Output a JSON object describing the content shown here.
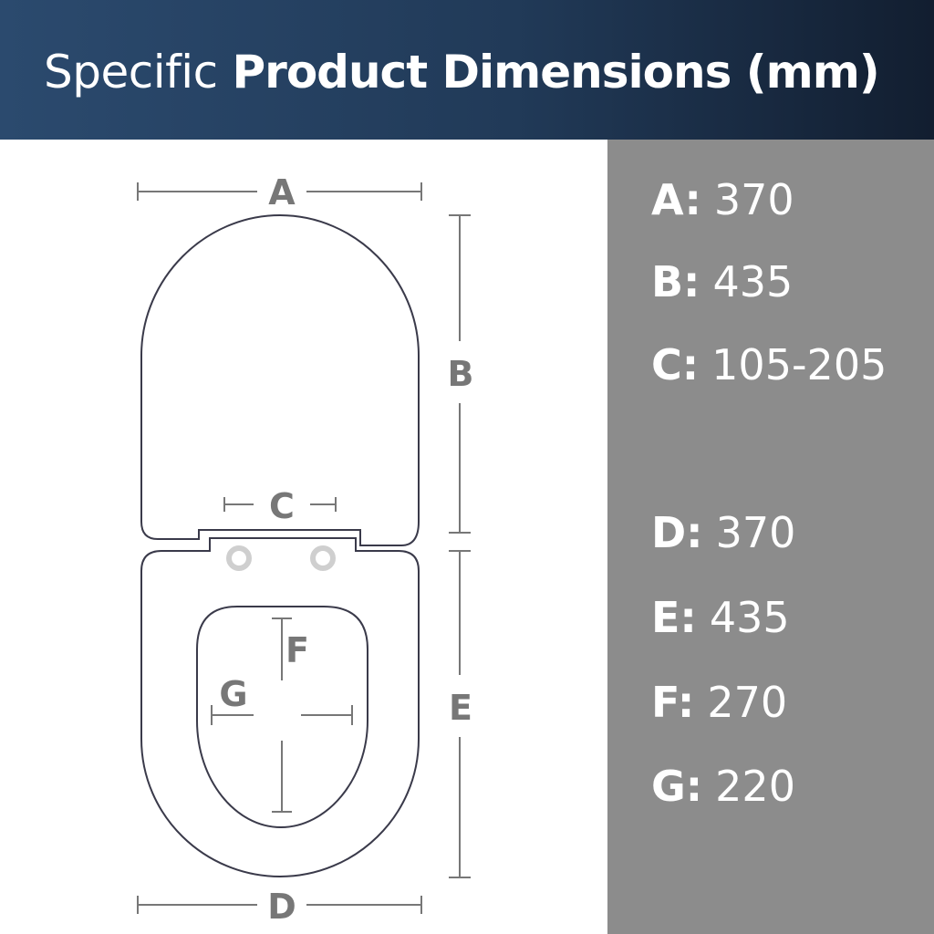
{
  "header": {
    "title_light": "Specific",
    "title_bold": "Product Dimensions (mm)"
  },
  "diagram": {
    "labels": {
      "a": "A",
      "b": "B",
      "c": "C",
      "d": "D",
      "e": "E",
      "f": "F",
      "g": "G"
    }
  },
  "specs": [
    {
      "key": "A:",
      "value": "370"
    },
    {
      "key": "B:",
      "value": "435"
    },
    {
      "key": "C:",
      "value": "105-205"
    },
    {
      "key": "D:",
      "value": "370"
    },
    {
      "key": "E:",
      "value": "435"
    },
    {
      "key": "F:",
      "value": "270"
    },
    {
      "key": "G:",
      "value": "220"
    }
  ],
  "colors": {
    "header_start": "#2b4a6e",
    "header_end": "#121e30",
    "spec_panel": "#8c8c8c",
    "outline": "#3a3a4a",
    "dimension": "#777777",
    "hinge": "#cfcfcf"
  }
}
